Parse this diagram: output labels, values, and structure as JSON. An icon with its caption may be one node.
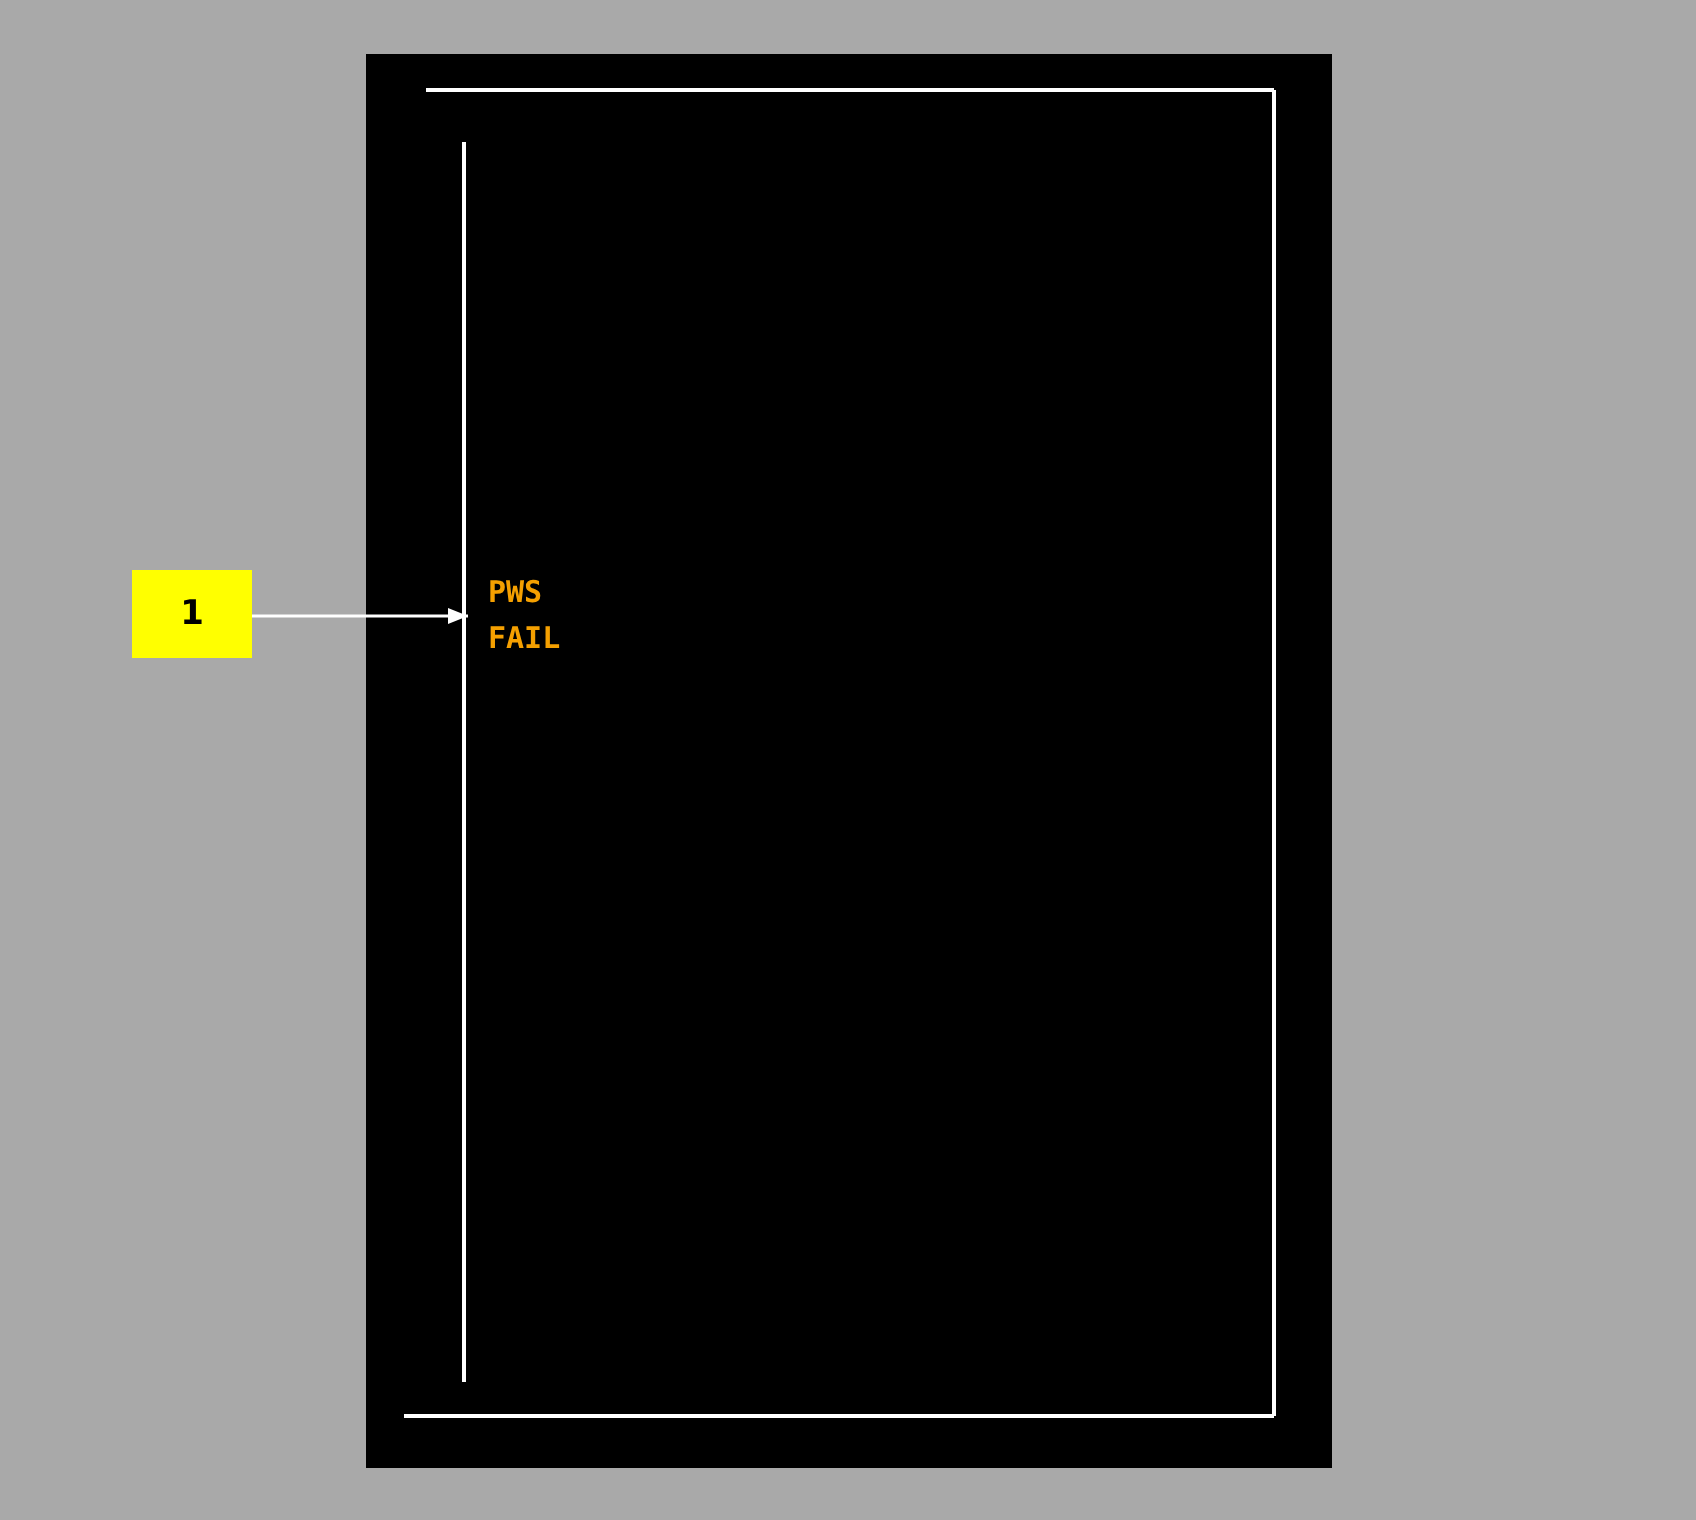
{
  "diagram": {
    "nodes": [
      {
        "text": [
          "1"
        ]
      },
      {
        "text": [
          "PWS FAIL"
        ]
      }
    ],
    "edges": [
      {
        "from": 0,
        "to": 1,
        "arrow": "to"
      }
    ]
  }
}
